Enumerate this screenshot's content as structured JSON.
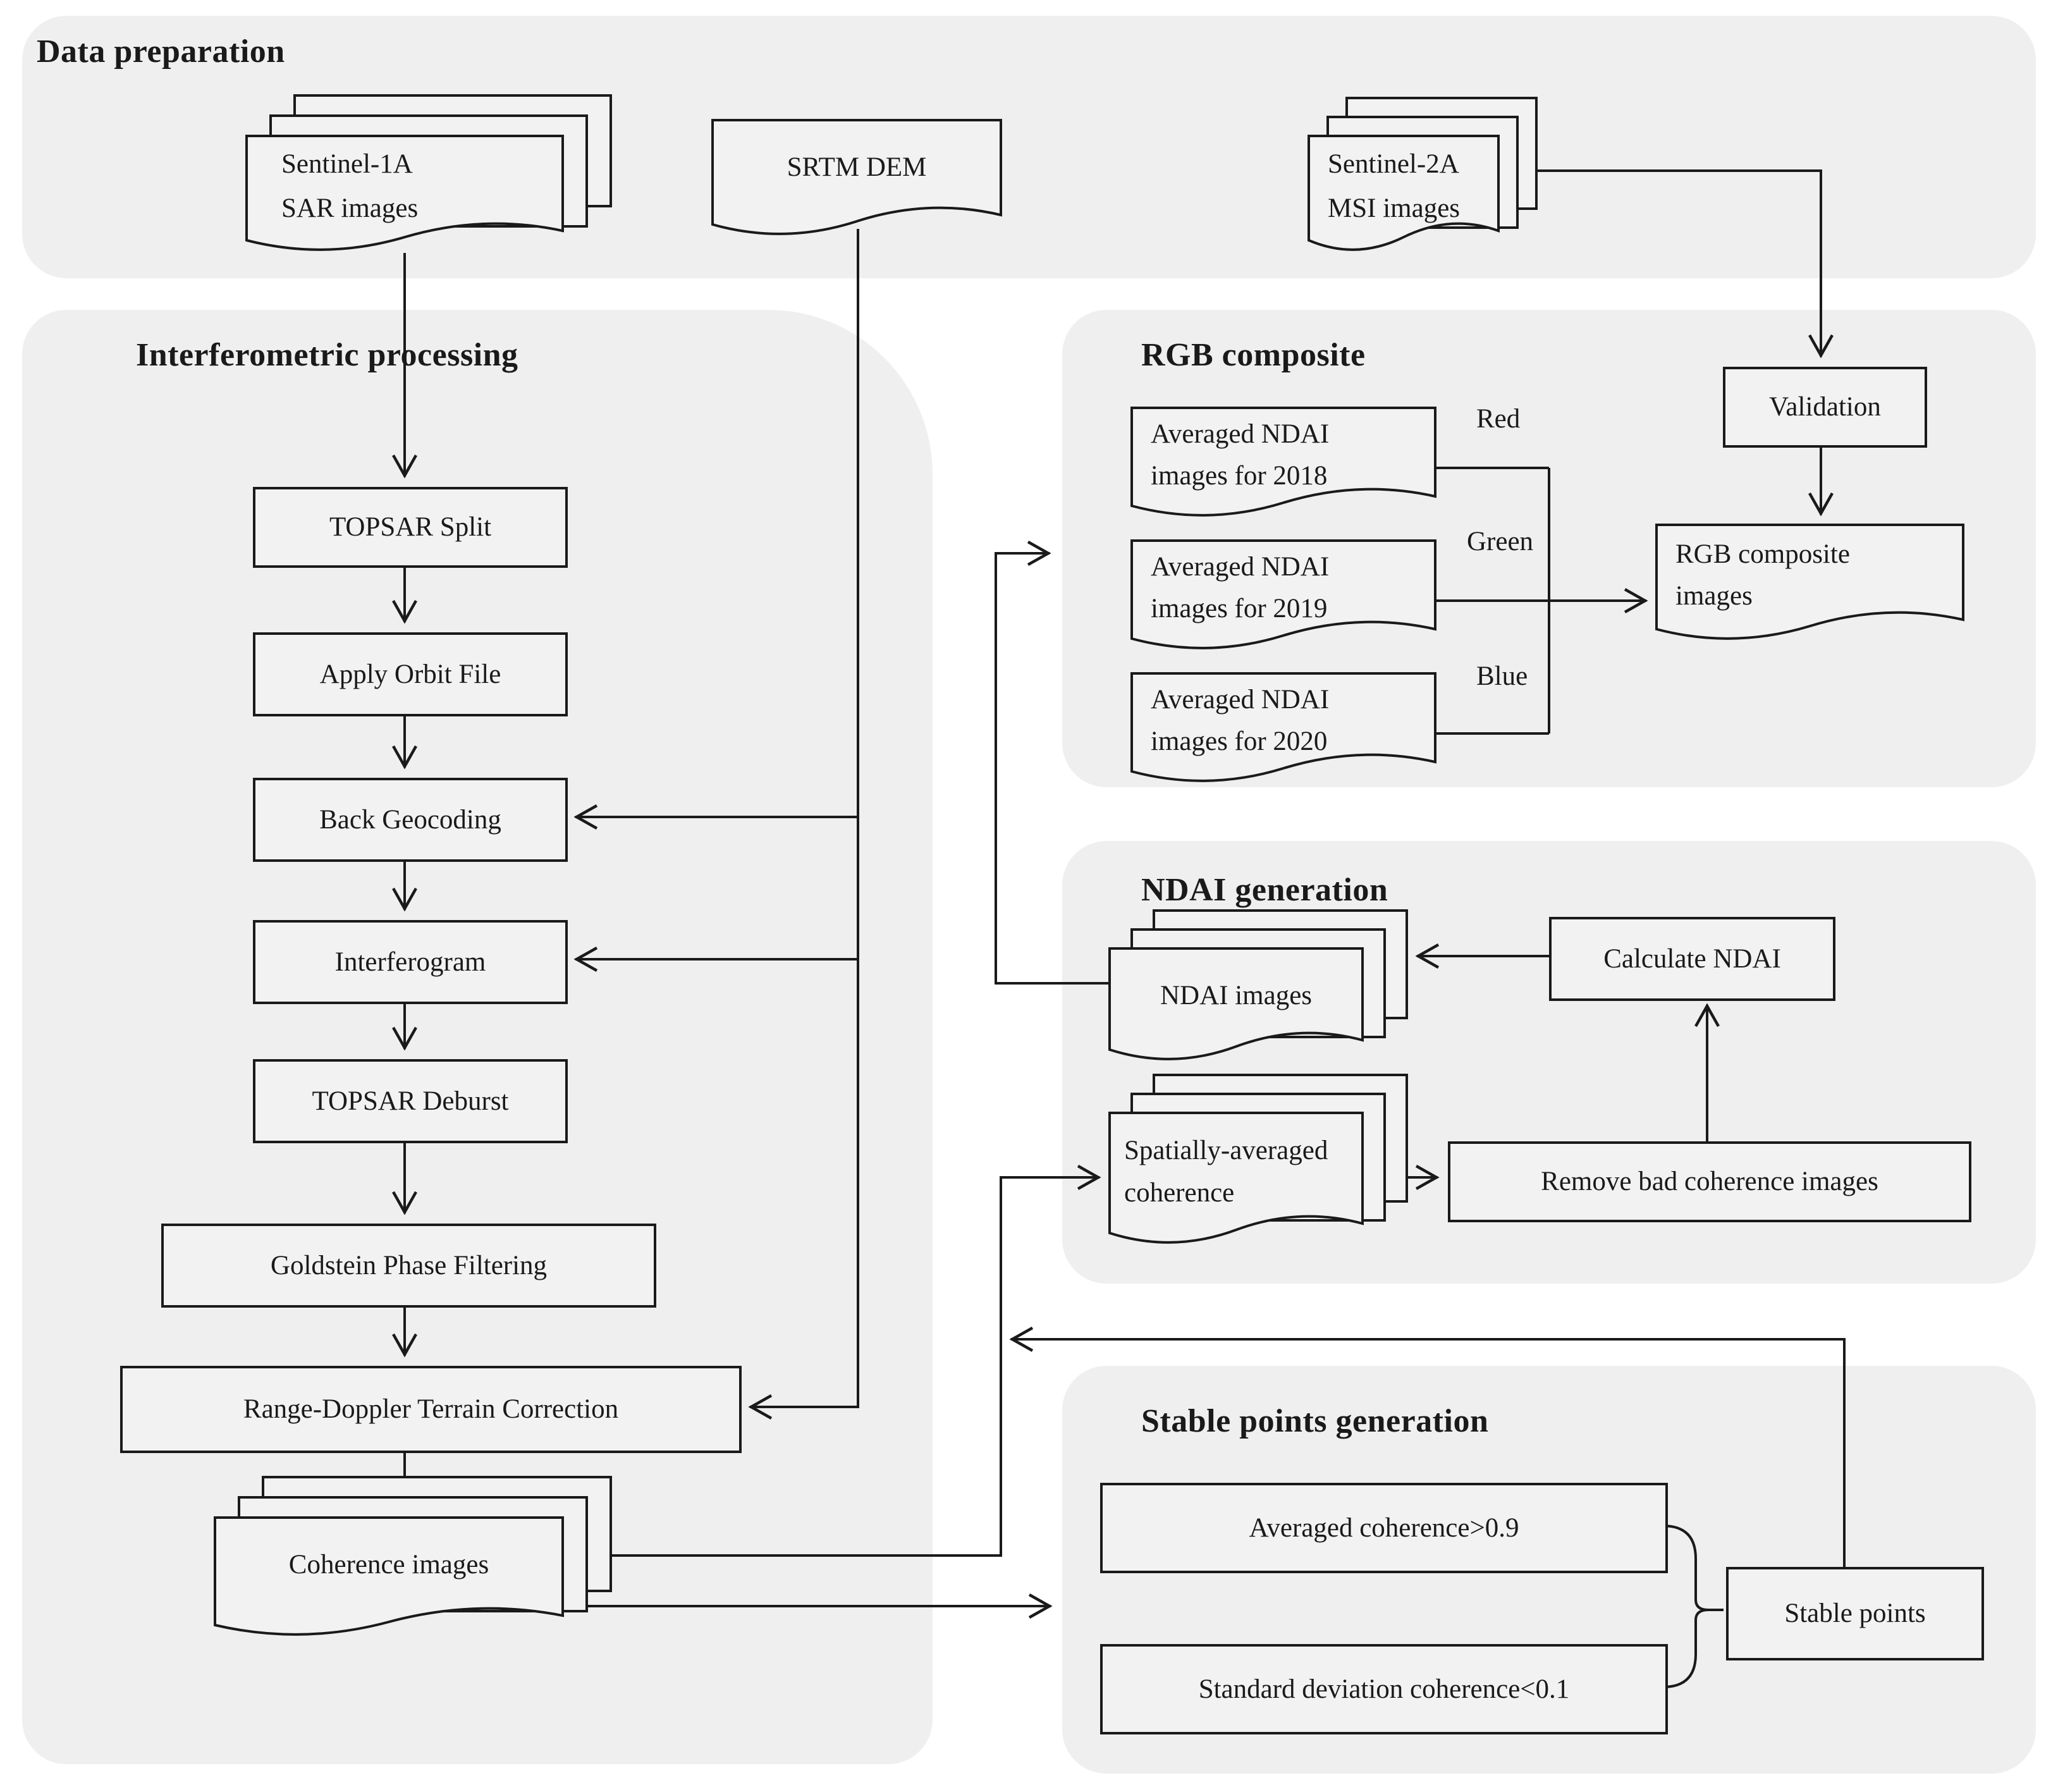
{
  "figure": {
    "type": "flowchart",
    "description": "Sentinel-1A coherence / NDAI processing workflow"
  },
  "colors": {
    "background": "#ffffff",
    "section_background": "#efeff0",
    "shape_fill": "#f2f2f3",
    "line_stroke": "#1a1a1a"
  },
  "sections": {
    "data_preparation": {
      "title": "Data preparation"
    },
    "interferometric": {
      "title": "Interferometric processing"
    },
    "rgb_composite": {
      "title": "RGB composite"
    },
    "ndai_generation": {
      "title": "NDAI generation"
    },
    "stable_points_generation": {
      "title": "Stable points generation"
    }
  },
  "nodes": {
    "sentinel1a": {
      "line1": "Sentinel-1A",
      "line2": "SAR images"
    },
    "srtm_dem": {
      "label": "SRTM DEM"
    },
    "sentinel2a": {
      "line1": "Sentinel-2A",
      "line2": "MSI images"
    },
    "topsar_split": {
      "label": "TOPSAR Split"
    },
    "apply_orbit_file": {
      "label": "Apply Orbit File"
    },
    "back_geocoding": {
      "label": "Back Geocoding"
    },
    "interferogram": {
      "label": "Interferogram"
    },
    "topsar_deburst": {
      "label": "TOPSAR Deburst"
    },
    "goldstein_phase_filtering": {
      "label": "Goldstein Phase Filtering"
    },
    "range_doppler_terrain_correction": {
      "label": "Range-Doppler Terrain Correction"
    },
    "coherence_images": {
      "label": "Coherence images"
    },
    "validation": {
      "label": "Validation"
    },
    "rgb_composite_images": {
      "line1": "RGB composite",
      "line2": "images"
    },
    "avg_ndai_2018": {
      "line1": "Averaged NDAI",
      "line2": "images for 2018"
    },
    "avg_ndai_2019": {
      "line1": "Averaged NDAI",
      "line2": "images for 2019"
    },
    "avg_ndai_2020": {
      "line1": "Averaged NDAI",
      "line2": "images for 2020"
    },
    "ndai_images": {
      "label": "NDAI images"
    },
    "calculate_ndai": {
      "label": "Calculate NDAI"
    },
    "spatially_averaged_coherence": {
      "line1": "Spatially-averaged",
      "line2": "coherence"
    },
    "remove_bad_coherence_images": {
      "label": "Remove bad coherence images"
    },
    "averaged_coherence_criterion": {
      "label": "Averaged coherence>0.9"
    },
    "std_dev_coherence_criterion": {
      "label": "Standard deviation coherence<0.1"
    },
    "stable_points": {
      "label": "Stable points"
    }
  },
  "channel_labels": {
    "red": "Red",
    "green": "Green",
    "blue": "Blue"
  }
}
